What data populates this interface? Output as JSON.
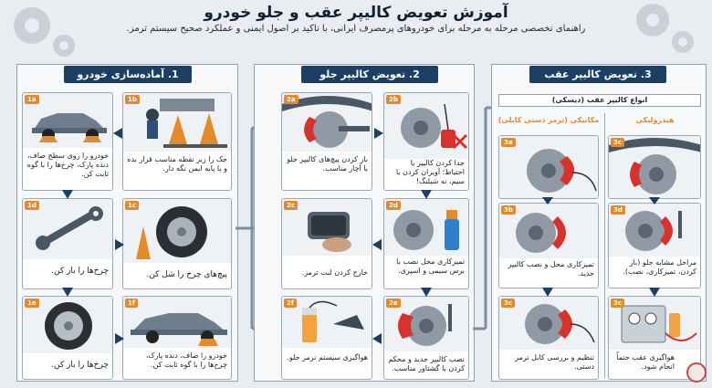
{
  "header": {
    "title": "آموزش تعویض کالیپر عقب و جلو خودرو",
    "subtitle": "راهنمای تخصصی مرحله به مرحله برای خودروهای پرمصرف ایرانی، با تاکید بر اصول ایمنی و عملکرد صحیح سیستم ترمز."
  },
  "sections": {
    "s1": {
      "title": "1. آماده‌سازی خودرو"
    },
    "s2": {
      "title": "2. تعویض کالیپر جلو"
    },
    "s3": {
      "title": "3. تعویض کالیپر عقب",
      "types_title": "انواع کالیپر عقب (دیسکی)",
      "mechanical": "مکانیکی (ترمز دستی کابلی)",
      "hydraulic": "هیدرولیکی"
    }
  },
  "steps": {
    "s1a": {
      "badge": "1a",
      "text": "خودرو را روی سطح صاف، دنده پارک، چرخ‌ها را با گوه ثابت کن."
    },
    "s1b": {
      "badge": "1b",
      "text": "جک را زیر نقطه مناسب قرار بده و با پایه ایمن نگه دار."
    },
    "s1c": {
      "badge": "1c",
      "text": "پیچ‌های چرخ را شل کن."
    },
    "s1d": {
      "badge": "1d",
      "text": "چرخ‌ها را باز کن."
    },
    "s1e": {
      "badge": "1e",
      "text": "چرخ‌ها را باز کن."
    },
    "s1f": {
      "badge": "1f",
      "text": "خودرو را صاف، دنده پارک، چرخ‌ها را با گوه ثابت کن."
    },
    "s2a": {
      "badge": "2a",
      "text": "باز کردن پیچ‌های کالیپر جلو با آچار مناسب."
    },
    "s2b": {
      "badge": "2b",
      "text": "جدا کردن کالیپر با احتیاط؛ آویزان کردن با سیم، نه شیلنگ!"
    },
    "s2c": {
      "badge": "2c",
      "text": "خارج کردن لنت ترمز."
    },
    "s2d": {
      "badge": "2d",
      "text": "تمیزکاری محل نصب با برس سیمی و اسپری."
    },
    "s2e": {
      "badge": "2e",
      "text": "نصب کالیپر جدید و محکم کردن با گشتاور مناسب."
    },
    "s2f": {
      "badge": "2f",
      "text": "هواگیری سیستم ترمز جلو."
    },
    "s3a": {
      "badge": "3a",
      "text": ""
    },
    "s3b": {
      "badge": "3b",
      "text": "تمیزکاری محل و نصب کالیپر جدید."
    },
    "s3c": {
      "badge": "3c",
      "text": "تنظیم و بررسی کابل ترمز دستی."
    },
    "s3c_h": {
      "badge": "3c",
      "text": ""
    },
    "s3d": {
      "badge": "3d",
      "text": "مراحل مشابه جلو (باز کردن، تمیزکاری، نصب)."
    },
    "s3e": {
      "badge": "3c",
      "text": "هواگیری عقب حتماً انجام شود."
    }
  },
  "colors": {
    "section_header": "#1d3f63",
    "badge": "#e48a2a",
    "caliper": "#d8322c",
    "background": "#e9edf2"
  }
}
